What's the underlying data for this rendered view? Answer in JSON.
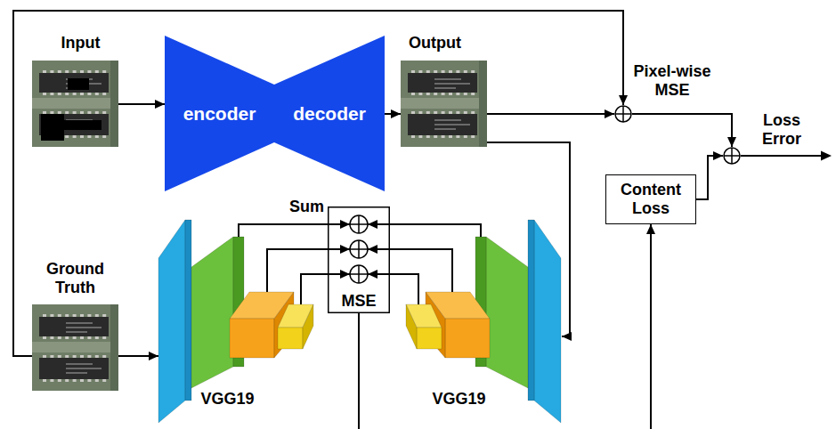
{
  "diagram": {
    "nodes": [
      {
        "text": [
          "Input"
        ]
      },
      {
        "text": [
          "encoder"
        ]
      },
      {
        "text": [
          "decoder"
        ]
      },
      {
        "text": [
          "Output"
        ]
      },
      {
        "text": [
          "Pixel-wise MSE"
        ]
      },
      {
        "text": [
          "Loss Error"
        ]
      },
      {
        "text": [
          "Content Loss"
        ]
      },
      {
        "text": [
          "Ground Truth"
        ]
      },
      {
        "text": [
          "Sum",
          "MSE"
        ]
      },
      {
        "text": [
          "VGG19"
        ]
      },
      {
        "text": [
          "VGG19"
        ]
      }
    ],
    "edges": [
      {
        "from": 0,
        "to": 1,
        "arrow": "to"
      },
      {
        "from": 2,
        "to": 3,
        "arrow": "to"
      },
      {
        "from": 3,
        "to": 4,
        "arrow": "to"
      },
      {
        "from": 7,
        "to": 4,
        "arrow": "to"
      },
      {
        "from": 4,
        "to": 5,
        "arrow": "to"
      },
      {
        "from": 6,
        "to": 5,
        "arrow": "to"
      },
      {
        "from": 7,
        "to": 9,
        "arrow": "to"
      },
      {
        "from": 3,
        "to": 10,
        "arrow": "to"
      },
      {
        "from": 9,
        "to": 8,
        "arrow": "to"
      },
      {
        "from": 10,
        "to": 8,
        "arrow": "to"
      },
      {
        "from": 8,
        "to": 6,
        "arrow": "to"
      }
    ]
  }
}
